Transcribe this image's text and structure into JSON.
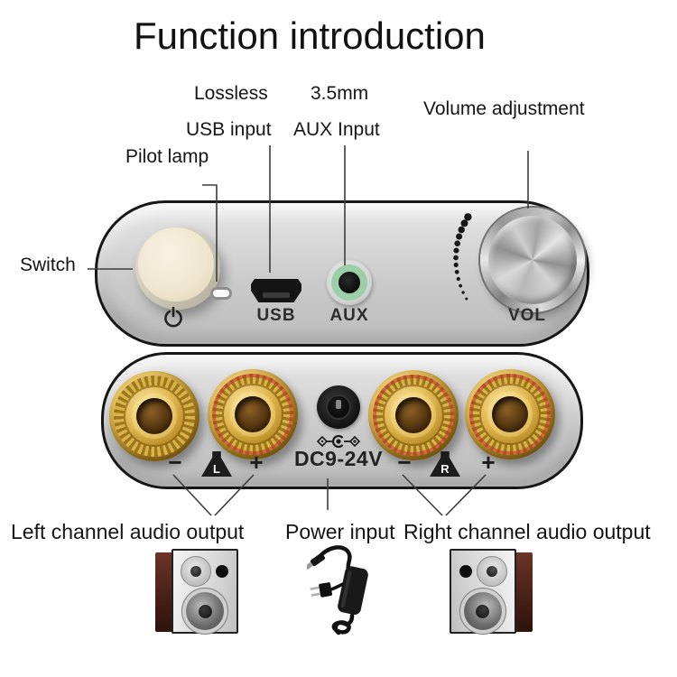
{
  "title": "Function introduction",
  "annotations": {
    "lossless": "Lossless",
    "usb_input": "USB input",
    "aux_35mm": "3.5mm",
    "aux_input": "AUX Input",
    "volume_adjustment": "Volume adjustment",
    "pilot_lamp": "Pilot lamp",
    "switch": "Switch",
    "left_channel": "Left channel audio output",
    "power_input": "Power input",
    "right_channel": "Right channel audio output"
  },
  "front_panel": {
    "usb": "USB",
    "aux": "AUX",
    "vol": "VOL"
  },
  "rear_panel": {
    "dc_rating": "DC9-24V",
    "minus": "−",
    "plus": "+",
    "left_letter": "L",
    "right_letter": "R"
  },
  "icons": {
    "power": "power-icon",
    "dc_polarity": "dc-polarity-icon",
    "channel_mark": "speaker-channel-icon",
    "volume_dots": "volume-level-dots"
  },
  "colors": {
    "background": "#ffffff",
    "text": "#151515",
    "panel_silver": "#cdcdcd",
    "panel_outline": "#161616",
    "binding_post_gold": "#d2a63c",
    "aux_ring_green": "#9ccfa8",
    "power_button_ivory": "#f2e8d4"
  }
}
